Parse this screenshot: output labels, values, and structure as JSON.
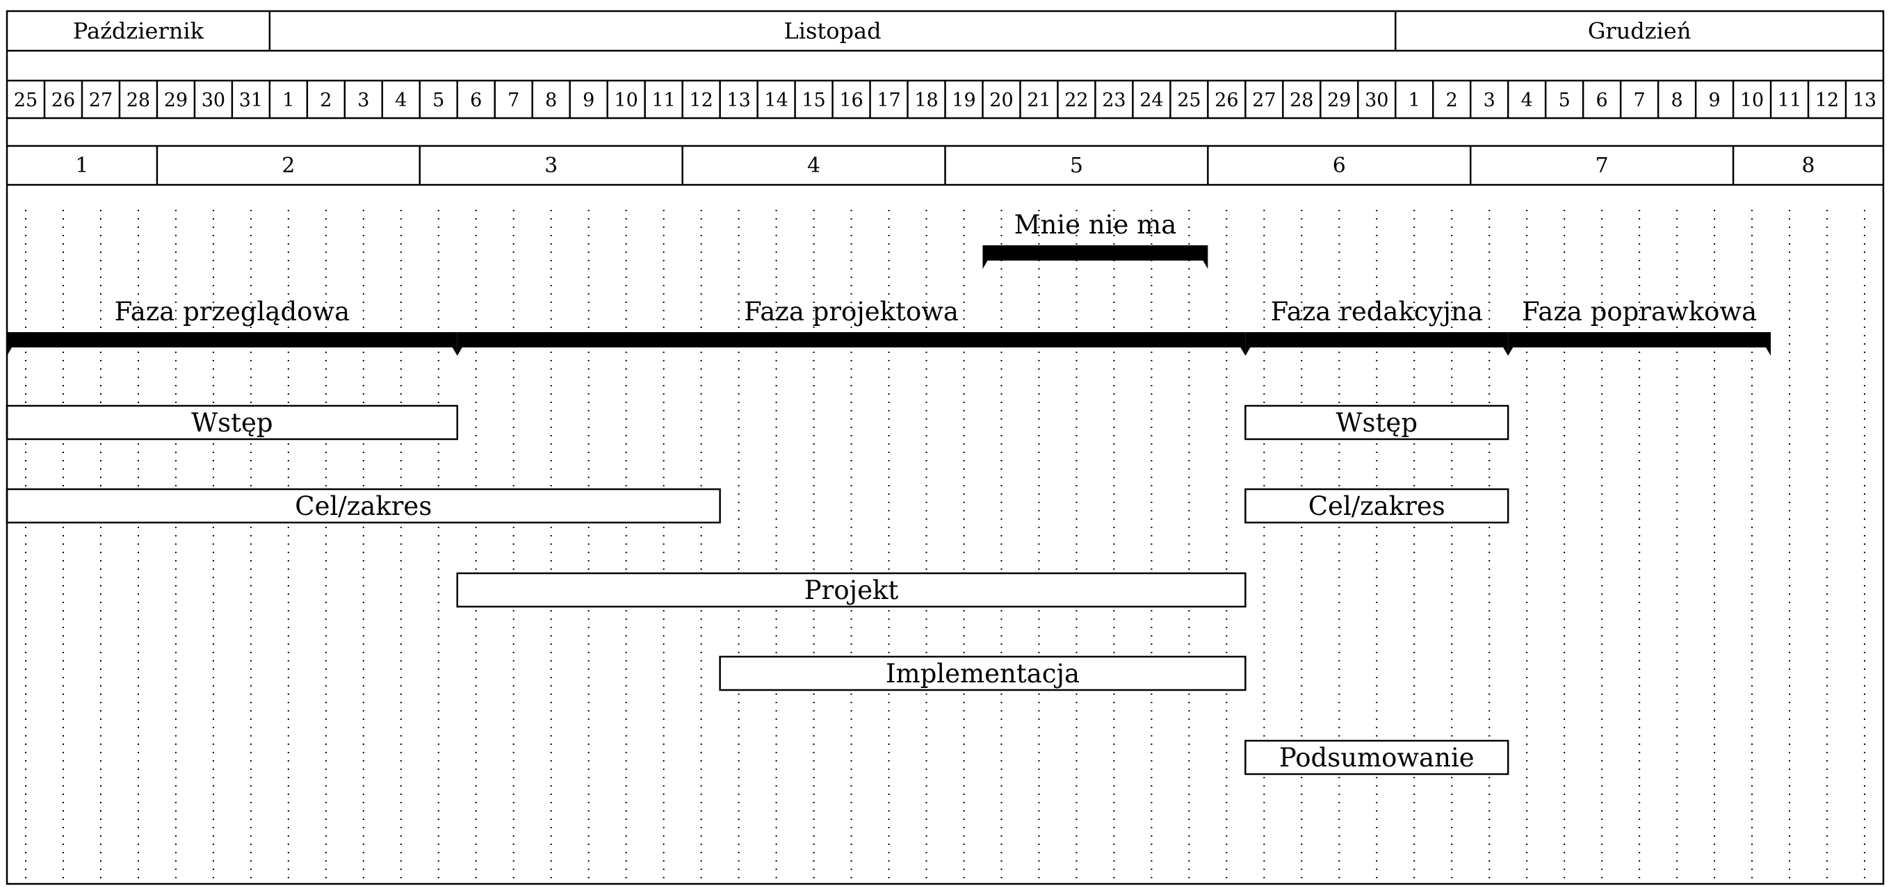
{
  "months": [
    {
      "label": "Październik",
      "days": 7
    },
    {
      "label": "Listopad",
      "days": 30
    },
    {
      "label": "Grudzień",
      "days": 13
    }
  ],
  "days": [
    "25",
    "26",
    "27",
    "28",
    "29",
    "30",
    "31",
    "1",
    "2",
    "3",
    "4",
    "5",
    "6",
    "7",
    "8",
    "9",
    "10",
    "11",
    "12",
    "13",
    "14",
    "15",
    "16",
    "17",
    "18",
    "19",
    "20",
    "21",
    "22",
    "23",
    "24",
    "25",
    "26",
    "27",
    "28",
    "29",
    "30",
    "1",
    "2",
    "3",
    "4",
    "5",
    "6",
    "7",
    "8",
    "9",
    "10",
    "11",
    "12",
    "13"
  ],
  "weeks": [
    {
      "label": "1",
      "days": 4
    },
    {
      "label": "2",
      "days": 7
    },
    {
      "label": "3",
      "days": 7
    },
    {
      "label": "4",
      "days": 7
    },
    {
      "label": "5",
      "days": 7
    },
    {
      "label": "6",
      "days": 7
    },
    {
      "label": "7",
      "days": 7
    },
    {
      "label": "8",
      "days": 4
    }
  ],
  "groups": [
    {
      "label": "Mnie nie ma",
      "start": 26,
      "end": 32,
      "row": 0
    },
    {
      "label": "Faza przeglądowa",
      "start": 0,
      "end": 12,
      "row": 1
    },
    {
      "label": "Faza projektowa",
      "start": 12,
      "end": 33,
      "row": 1
    },
    {
      "label": "Faza redakcyjna",
      "start": 33,
      "end": 40,
      "row": 1
    },
    {
      "label": "Faza poprawkowa",
      "start": 40,
      "end": 47,
      "row": 1
    }
  ],
  "tasks": [
    {
      "label": "Wstęp",
      "start": 0,
      "end": 12,
      "row": 0
    },
    {
      "label": "Wstęp",
      "start": 33,
      "end": 40,
      "row": 0
    },
    {
      "label": "Cel/zakres",
      "start": 0,
      "end": 19,
      "row": 1
    },
    {
      "label": "Cel/zakres",
      "start": 33,
      "end": 40,
      "row": 1
    },
    {
      "label": "Projekt",
      "start": 12,
      "end": 33,
      "row": 2
    },
    {
      "label": "Implementacja",
      "start": 19,
      "end": 33,
      "row": 3
    },
    {
      "label": "Podsumowanie",
      "start": 33,
      "end": 40,
      "row": 4
    }
  ]
}
